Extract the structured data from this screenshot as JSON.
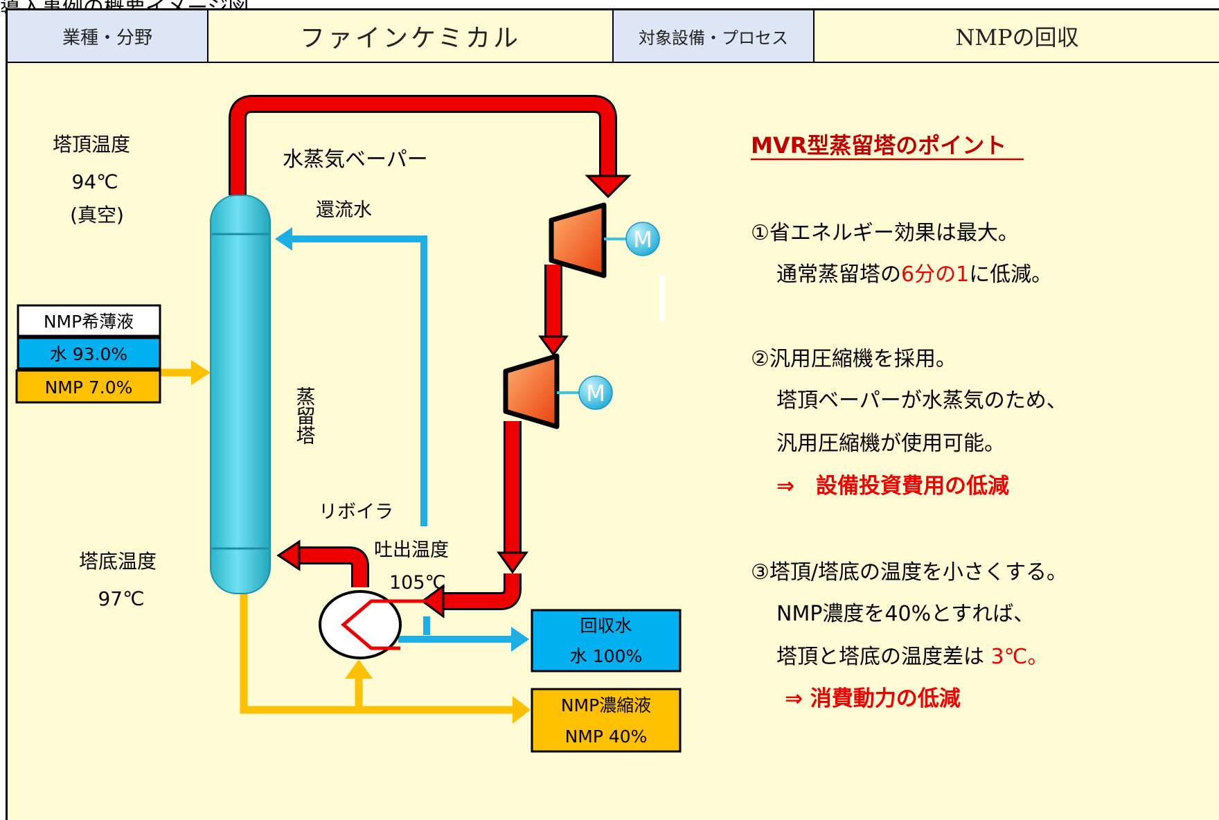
{
  "caption": "導入事例の概要イメージ図",
  "header": {
    "industry_label": "業種・分野",
    "industry_value": "ファインケミカル",
    "target_label": "対象設備・プロセス",
    "target_value": "NMPの回収"
  },
  "diagram": {
    "top_temp_label": "塔頂温度",
    "top_temp_value": "94℃",
    "top_temp_note": "(真空)",
    "bottom_temp_label": "塔底温度",
    "bottom_temp_value": "97℃",
    "vapor_label": "水蒸気ベーパー",
    "reflux_label": "還流水",
    "column_label": "蒸留塔",
    "reboiler_label": "リボイラ",
    "discharge_temp_label": "吐出温度",
    "discharge_temp_value": "105℃",
    "motor_symbol": "M",
    "feed": {
      "title": "NMP希薄液",
      "line1": "水 93.0%",
      "line2": "NMP 7.0%"
    },
    "recovered": {
      "title": "回収水",
      "line1": "水 100%"
    },
    "concentrate": {
      "title": "NMP濃縮液",
      "line1": "NMP 40%"
    }
  },
  "points": {
    "heading": "MVR型蒸留塔のポイント",
    "p1_line1": "①省エネルギー効果は最大。",
    "p1_line2_pre": "通常蒸留塔の",
    "p1_line2_hl": "6分の1",
    "p1_line2_post": "に低減。",
    "p2_line1": "②汎用圧縮機を採用。",
    "p2_line2": "塔頂ベーパーが水蒸気のため、",
    "p2_line3": "汎用圧縮機が使用可能。",
    "p2_result": "⇒　設備投資費用の低減",
    "p3_line1": "③塔頂/塔底の温度を小さくする。",
    "p3_line2": "NMP濃度を40%とすれば、",
    "p3_line3_pre": "塔頂と塔底の温度差は ",
    "p3_line3_hl": "3℃。",
    "p3_result": "⇒ 消費動力の低減"
  },
  "colors": {
    "vapor_pipe": "#ee0000",
    "water_pipe": "#1eaee6",
    "nmp_pipe": "#ffc000",
    "column": "#3fc8dc",
    "highlight_text": "#ee0000",
    "panel_bg": "#fffbd5",
    "header_label_bg": "#dde6f4"
  }
}
